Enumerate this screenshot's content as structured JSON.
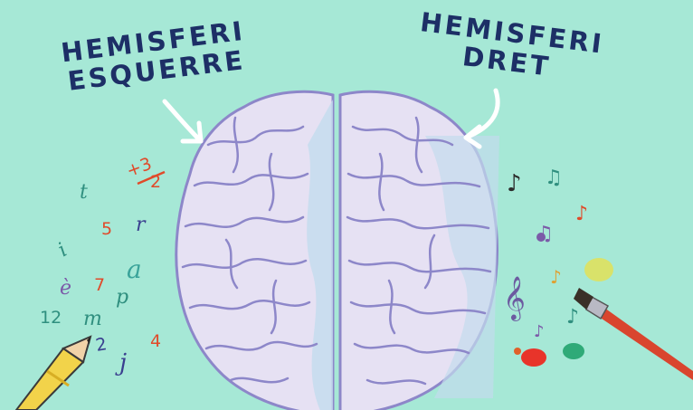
{
  "labels": {
    "left": "HEMISFERI\nESQUERRE",
    "right": "HEMISFERI\nDRET"
  },
  "colors": {
    "background": "#a6e8d6",
    "label_ink": "#1d2f66",
    "brain_fill": "#e6e1f3",
    "brain_line": "#8d87c9",
    "brain_shadow": "#c3dced"
  },
  "left_symbols": [
    {
      "text": "t",
      "color": "#2f8f7f"
    },
    {
      "text": "+3",
      "color": "#e04a2a"
    },
    {
      "text": "2",
      "color": "#e04a2a"
    },
    {
      "text": "5",
      "color": "#e04a2a"
    },
    {
      "text": "r",
      "color": "#3a3f8f"
    },
    {
      "text": "i",
      "color": "#2f8f7f"
    },
    {
      "text": "a",
      "color": "#3aa39a"
    },
    {
      "text": "è",
      "color": "#7b5aa8"
    },
    {
      "text": "7",
      "color": "#e04a2a"
    },
    {
      "text": "p",
      "color": "#2f8f7f"
    },
    {
      "text": "12",
      "color": "#2f8f7f"
    },
    {
      "text": "m",
      "color": "#2f8f7f"
    },
    {
      "text": "2",
      "color": "#3a3f8f"
    },
    {
      "text": "4",
      "color": "#e04a2a"
    },
    {
      "text": "j",
      "color": "#3a3f8f"
    }
  ],
  "right_symbols": [
    {
      "text": "♪",
      "color": "#2b2b2b"
    },
    {
      "text": "♫",
      "color": "#2f8f7f"
    },
    {
      "text": "♪",
      "color": "#e04a2a"
    },
    {
      "text": "♫",
      "color": "#7b5aa8"
    },
    {
      "text": "♪",
      "color": "#e0a030"
    },
    {
      "text": "♪",
      "color": "#2f8f7f"
    },
    {
      "text": "♪",
      "color": "#7b5aa8"
    },
    {
      "text": "𝄞",
      "color": "#6c5aa0"
    }
  ],
  "paint_blobs": [
    "#d9e26a",
    "#e8342a",
    "#2faa78",
    "#e0602a"
  ],
  "icons": [
    "pencil-icon",
    "paintbrush-icon",
    "brain-icon",
    "arrow-icon"
  ]
}
